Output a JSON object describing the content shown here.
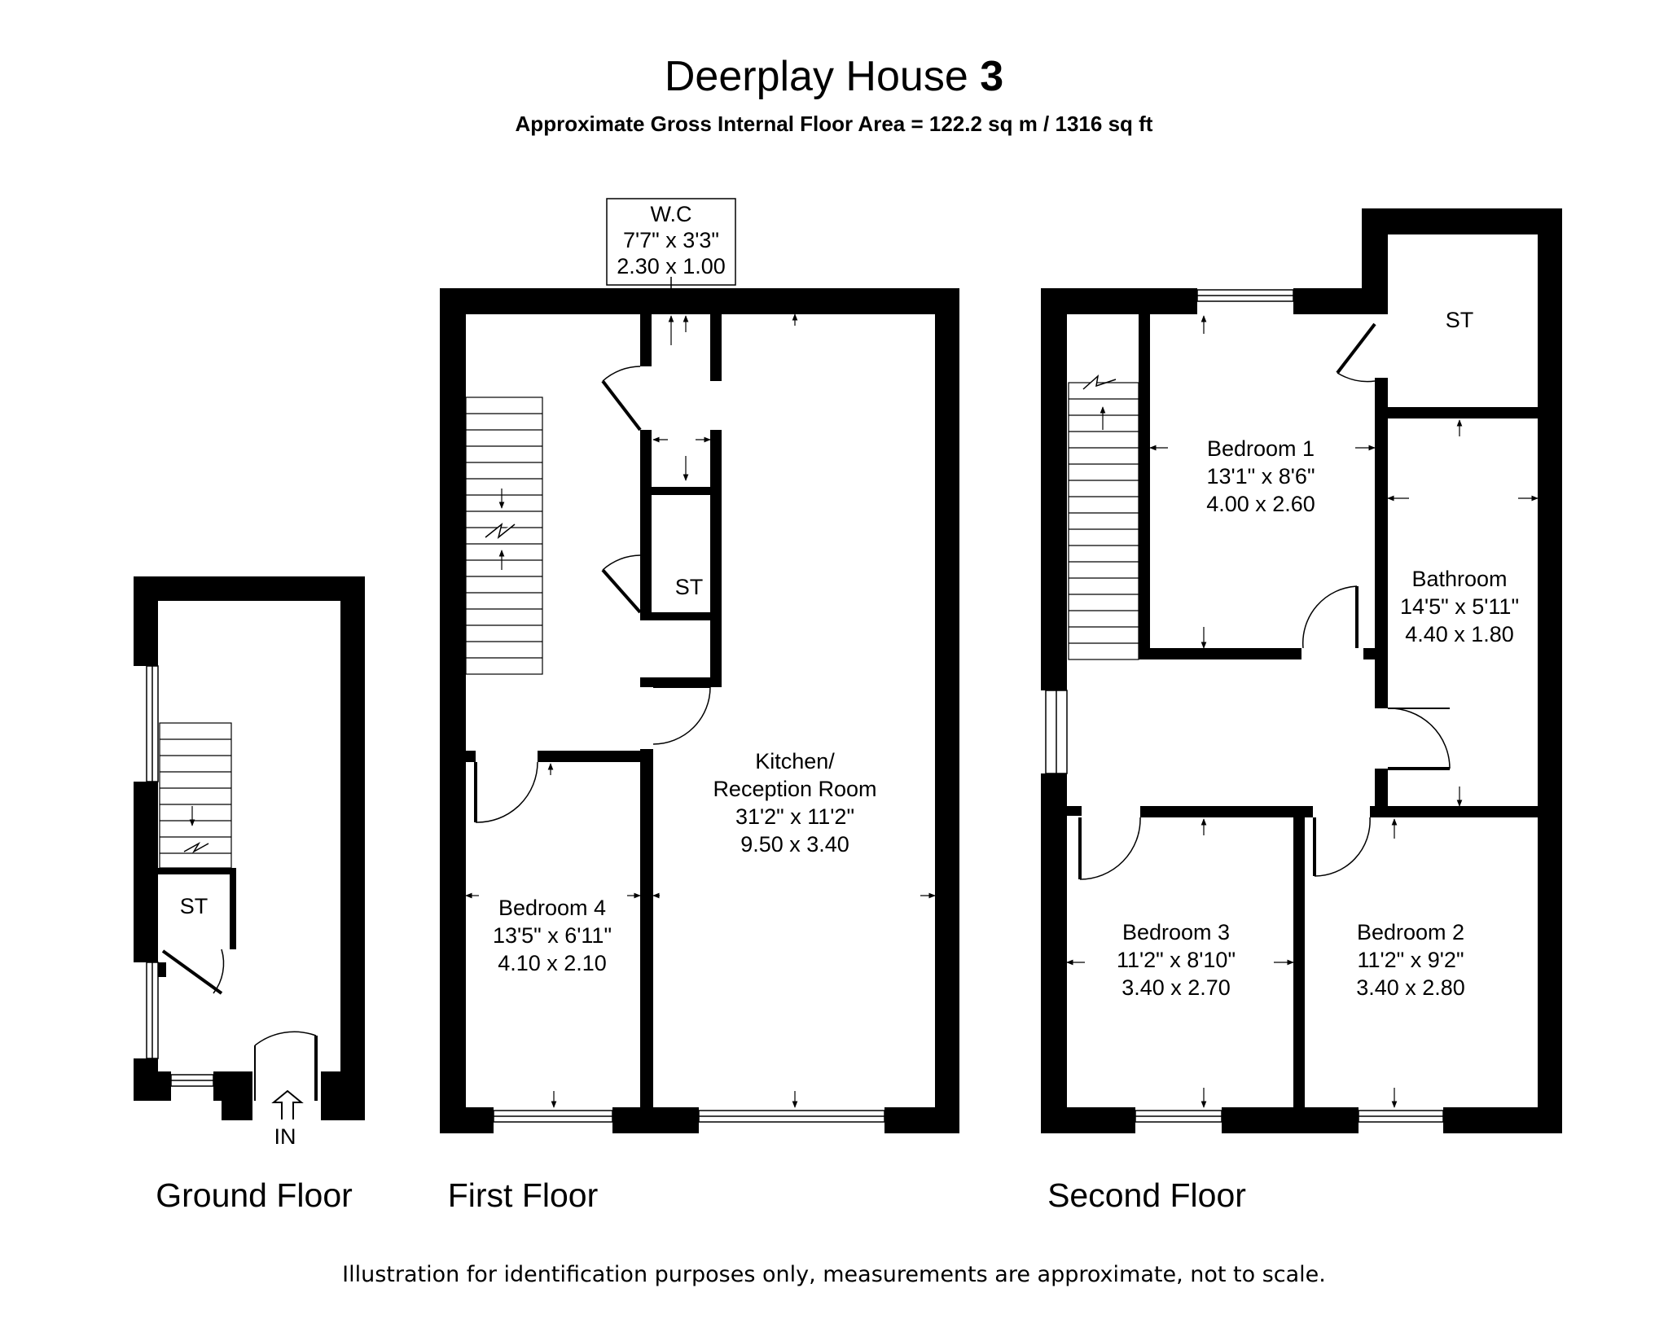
{
  "header": {
    "title_main": "Deerplay House",
    "title_number": "3",
    "subtitle": "Approximate Gross Internal Floor Area  = 122.2 sq m  / 1316 sq ft"
  },
  "floors": {
    "ground": {
      "label": "Ground Floor",
      "storage": "ST",
      "entrance": "IN"
    },
    "first": {
      "label": "First Floor",
      "wc": {
        "name": "W.C",
        "imperial": "7'7\" x 3'3\"",
        "metric": "2.30 x 1.00"
      },
      "storage": "ST",
      "kitchen": {
        "name_line1": "Kitchen/",
        "name_line2": "Reception Room",
        "imperial": "31'2\" x 11'2\"",
        "metric": "9.50 x 3.40"
      },
      "bedroom4": {
        "name": "Bedroom 4",
        "imperial": "13'5\" x 6'11\"",
        "metric": "4.10 x 2.10"
      }
    },
    "second": {
      "label": "Second Floor",
      "storage": "ST",
      "bedroom1": {
        "name": "Bedroom 1",
        "imperial": "13'1\" x 8'6\"",
        "metric": "4.00 x 2.60"
      },
      "bathroom": {
        "name": "Bathroom",
        "imperial": "14'5\" x 5'11\"",
        "metric": "4.40 x 1.80"
      },
      "bedroom3": {
        "name": "Bedroom 3",
        "imperial": "11'2\" x 8'10\"",
        "metric": "3.40 x 2.70"
      },
      "bedroom2": {
        "name": "Bedroom 2",
        "imperial": "11'2\" x 9'2\"",
        "metric": "3.40 x 2.80"
      }
    }
  },
  "footer": {
    "disclaimer": "Illustration for identification purposes only, measurements are approximate, not to scale."
  }
}
